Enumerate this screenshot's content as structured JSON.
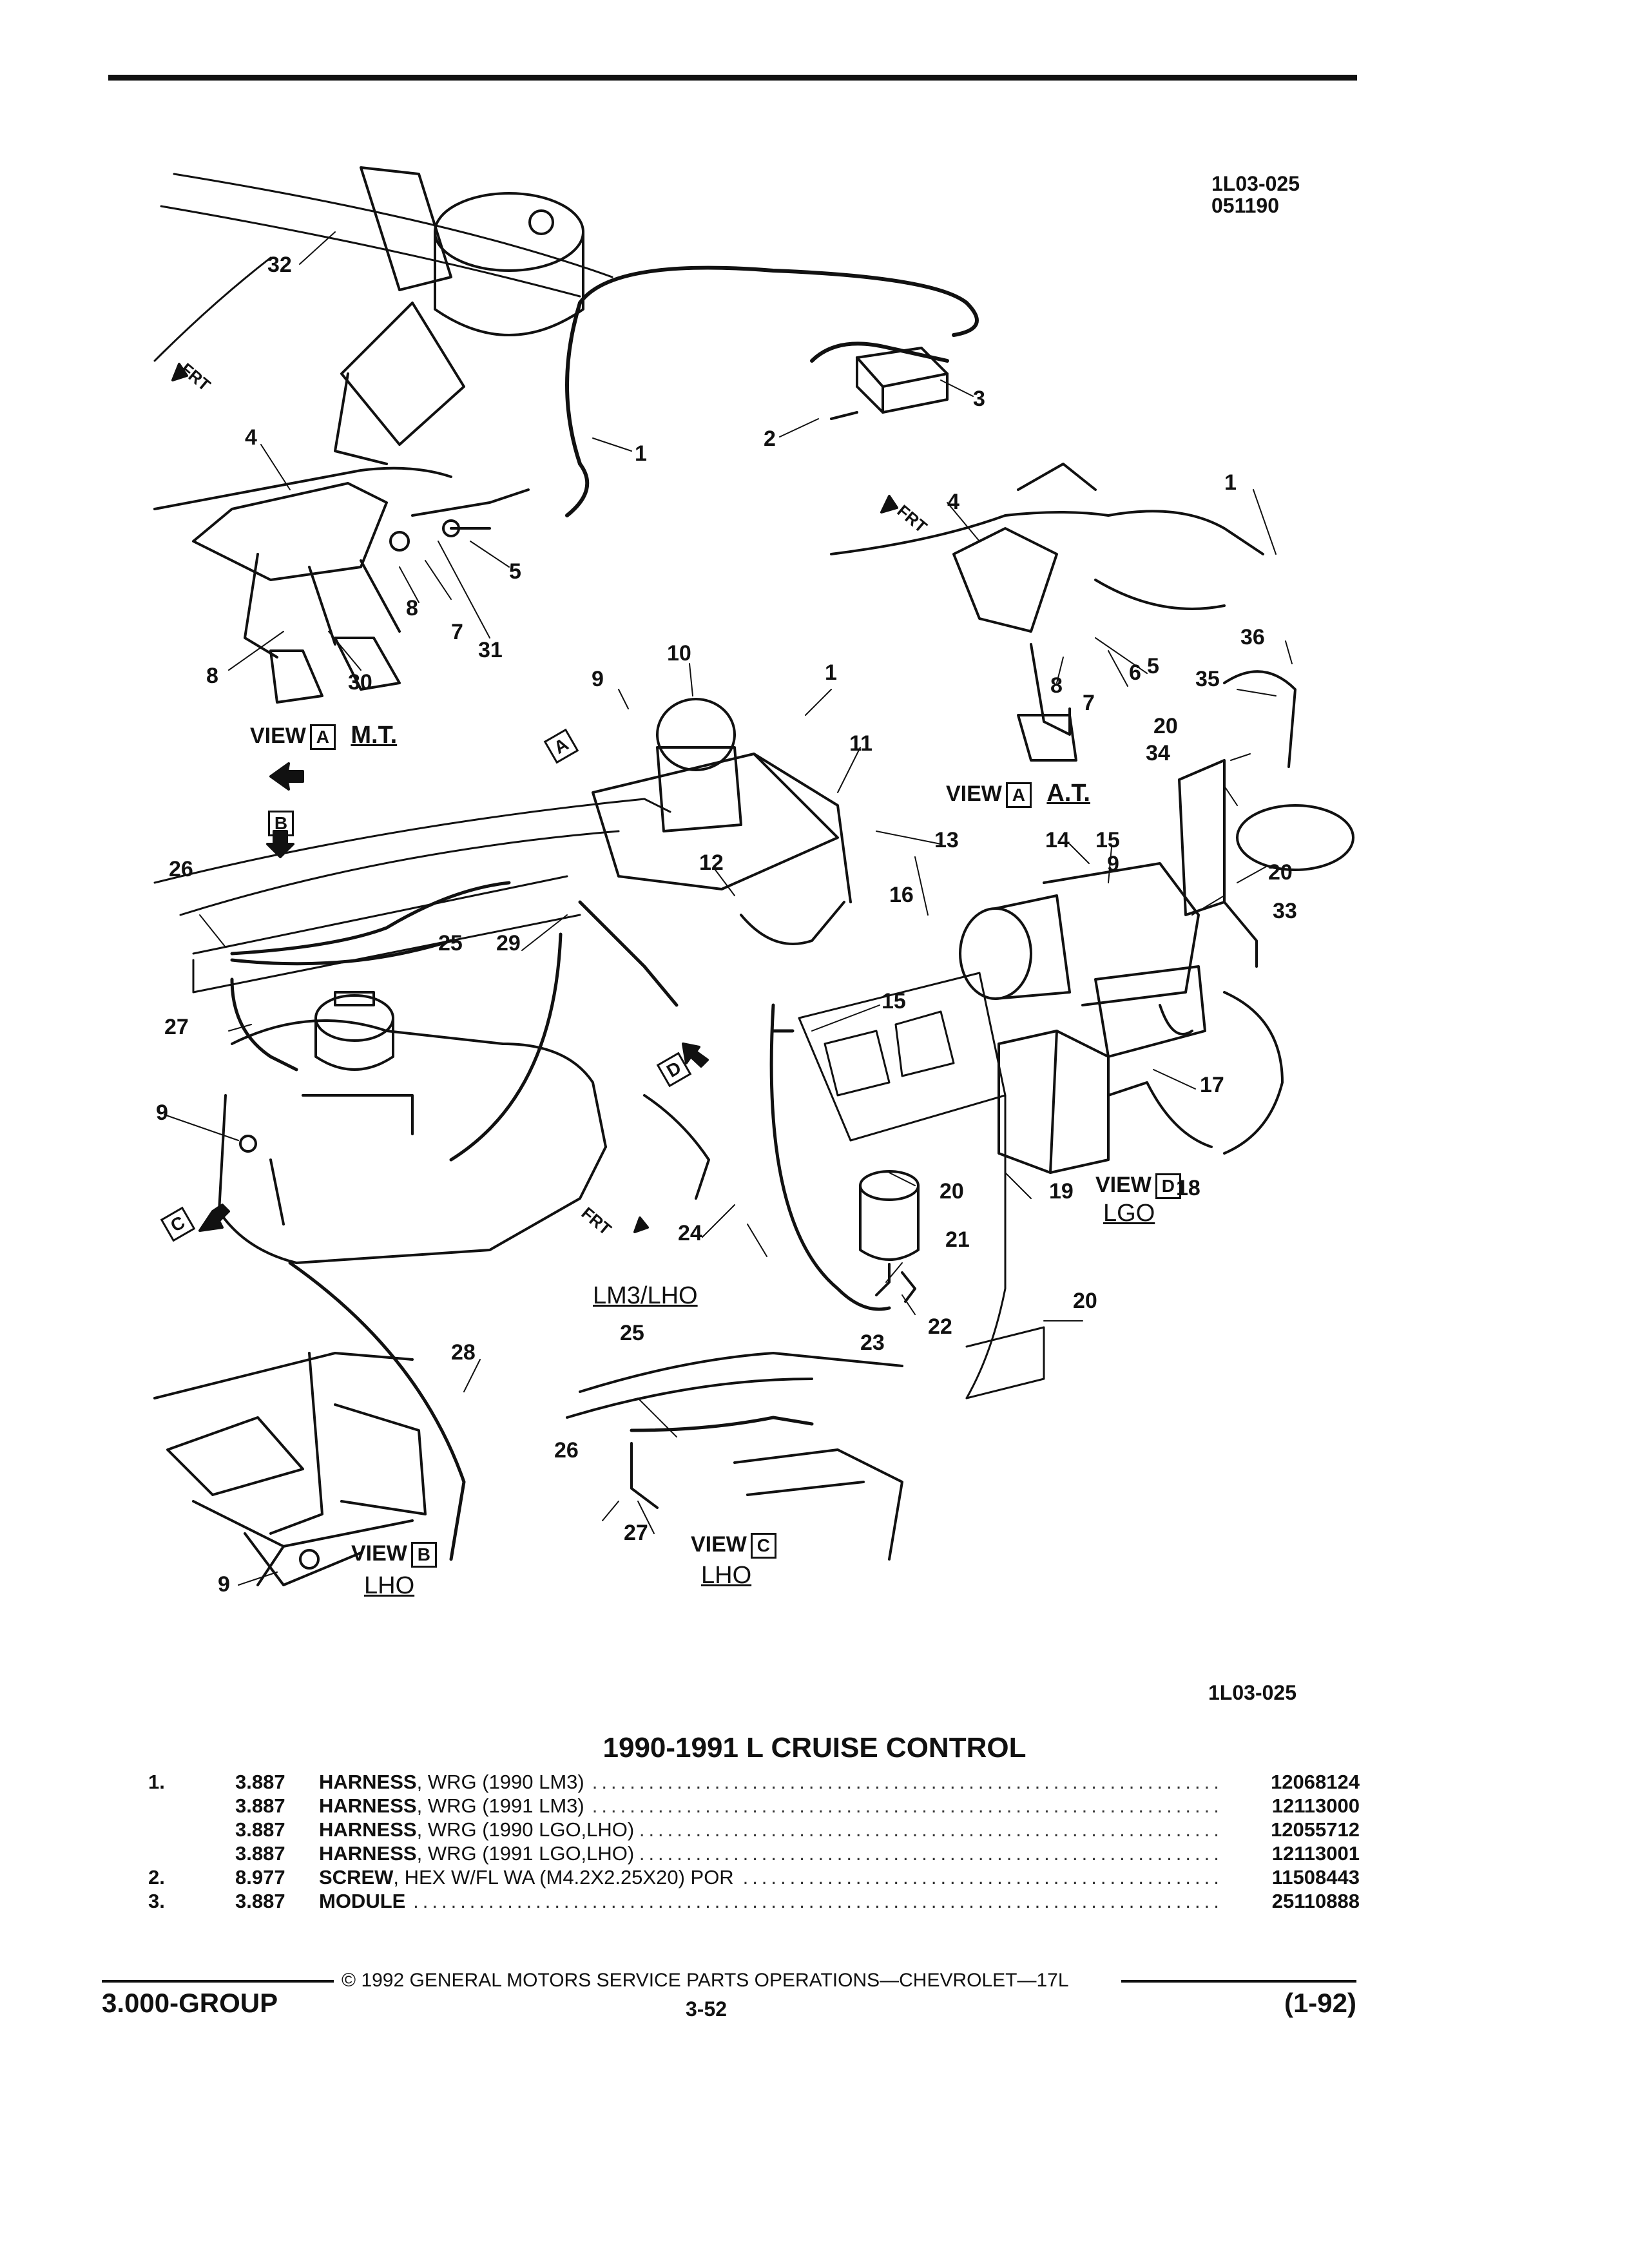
{
  "figure": {
    "code_top": "1L03-025",
    "date_code": "051190",
    "code_bottom": "1L03-025"
  },
  "views": {
    "a_mt": {
      "view_word": "VIEW",
      "letter": "A",
      "sub": "M.T."
    },
    "a_at": {
      "view_word": "VIEW",
      "letter": "A",
      "sub": "A.T."
    },
    "d_lgo": {
      "view_word": "VIEW",
      "letter": "D",
      "sub": "LGO"
    },
    "b_lho": {
      "view_word": "VIEW",
      "letter": "B",
      "sub": "LHO"
    },
    "c_lho": {
      "view_word": "VIEW",
      "letter": "C",
      "sub": "LHO"
    },
    "lm3_lho": "LM3/LHO"
  },
  "markers": {
    "a": "A",
    "b": "B",
    "c": "C",
    "d": "D",
    "frt": "FRT"
  },
  "callouts": [
    "1",
    "2",
    "3",
    "4",
    "5",
    "6",
    "7",
    "8",
    "9",
    "10",
    "11",
    "12",
    "13",
    "14",
    "15",
    "16",
    "17",
    "18",
    "19",
    "20",
    "21",
    "22",
    "23",
    "24",
    "25",
    "26",
    "27",
    "28",
    "29",
    "30",
    "31",
    "32",
    "33",
    "34",
    "35",
    "36"
  ],
  "title": "1990-1991 L CRUISE CONTROL",
  "parts": [
    {
      "item": "1.",
      "group": "3.887",
      "name": "HARNESS",
      "spec": ", WRG (1990 LM3)",
      "part": "12068124"
    },
    {
      "item": "",
      "group": "3.887",
      "name": "HARNESS",
      "spec": ", WRG (1991 LM3)",
      "part": "12113000"
    },
    {
      "item": "",
      "group": "3.887",
      "name": "HARNESS",
      "spec": ", WRG (1990 LGO,LHO)",
      "part": "12055712"
    },
    {
      "item": "",
      "group": "3.887",
      "name": "HARNESS",
      "spec": ", WRG (1991 LGO,LHO)",
      "part": "12113001"
    },
    {
      "item": "2.",
      "group": "8.977",
      "name": "SCREW",
      "spec": ", HEX W/FL WA (M4.2X2.25X20) POR",
      "part": "11508443"
    },
    {
      "item": "3.",
      "group": "3.887",
      "name": "MODULE",
      "spec": "",
      "part": "25110888"
    }
  ],
  "footer": {
    "copyright": "© 1992 GENERAL MOTORS SERVICE PARTS OPERATIONS—CHEVROLET—17L",
    "group": "3.000-GROUP",
    "page": "3-52",
    "revision": "(1-92)"
  }
}
